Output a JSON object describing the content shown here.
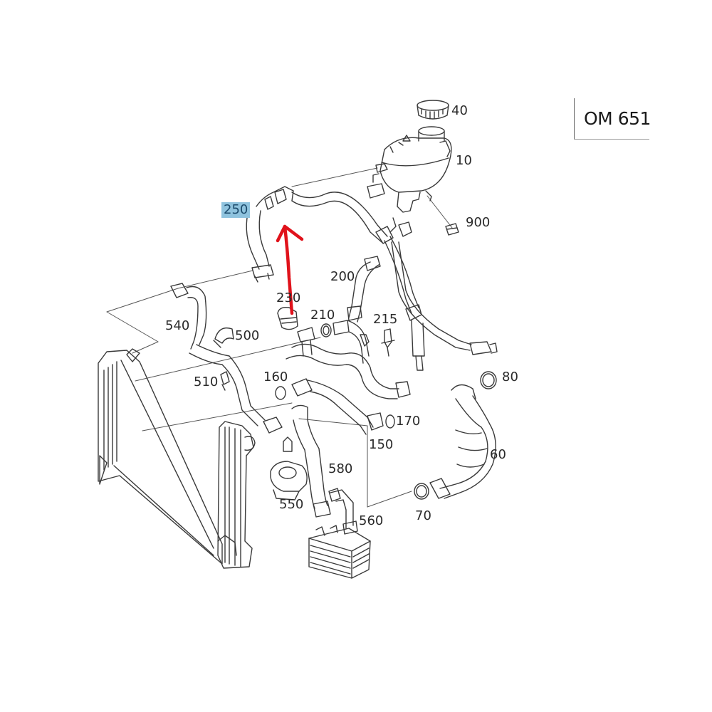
{
  "engine_code": "OM 651",
  "highlight_color": "#8fc3de",
  "arrow_color": "#e0121b",
  "callouts": [
    {
      "id": "40",
      "label": "40"
    },
    {
      "id": "10",
      "label": "10"
    },
    {
      "id": "250",
      "label": "250",
      "highlighted": true
    },
    {
      "id": "900",
      "label": "900"
    },
    {
      "id": "200",
      "label": "200"
    },
    {
      "id": "230",
      "label": "230"
    },
    {
      "id": "210",
      "label": "210"
    },
    {
      "id": "215",
      "label": "215"
    },
    {
      "id": "540",
      "label": "540"
    },
    {
      "id": "500",
      "label": "500"
    },
    {
      "id": "510",
      "label": "510"
    },
    {
      "id": "160",
      "label": "160"
    },
    {
      "id": "80",
      "label": "80"
    },
    {
      "id": "170",
      "label": "170"
    },
    {
      "id": "150",
      "label": "150"
    },
    {
      "id": "60",
      "label": "60"
    },
    {
      "id": "580",
      "label": "580"
    },
    {
      "id": "550",
      "label": "550"
    },
    {
      "id": "560",
      "label": "560"
    },
    {
      "id": "70",
      "label": "70"
    }
  ]
}
